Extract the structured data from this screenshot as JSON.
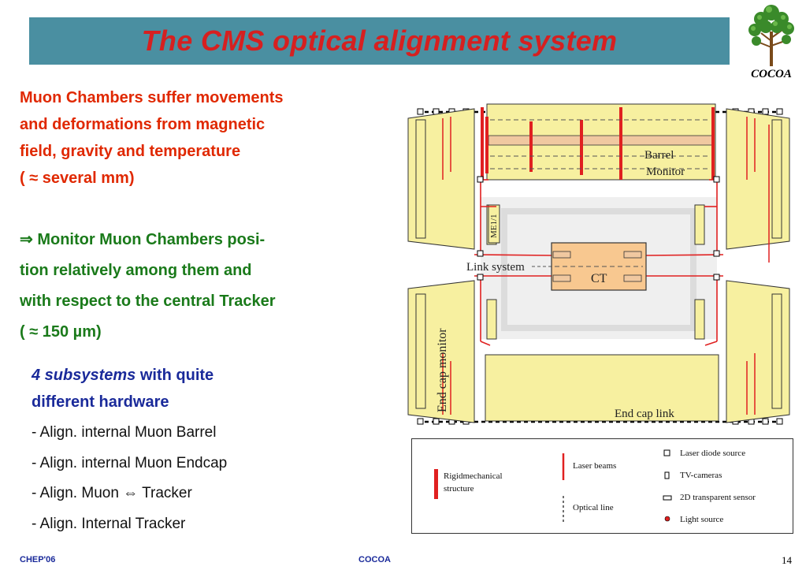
{
  "title": "The CMS optical alignment system",
  "logo": {
    "label": "COCOA",
    "icon": "tree-icon"
  },
  "intro": {
    "lines": [
      "Muon Chambers suffer movements",
      "and deformations from magnetic",
      "field, gravity and temperature",
      "( ≈ several mm)"
    ]
  },
  "goal": {
    "lines": [
      "⇒ Monitor Muon Chambers posi-",
      "tion relatively among them and",
      "with respect to the central Tracker",
      "( ≈ 150 µm)"
    ]
  },
  "subsystems": {
    "emphasis": "4 subsystems",
    "rest": " with quite",
    "line2": "different hardware",
    "items": [
      "- Align. internal Muon Barrel",
      "- Align. internal Muon Endcap",
      "- Align. Muon ⇔ Tracker",
      "- Align. Internal Tracker"
    ]
  },
  "diagram": {
    "labels": {
      "barrel_monitor_1": "Barrel",
      "barrel_monitor_2": "Monitor",
      "link_system": "Link system",
      "ct": "CT",
      "me11": "ME1/1",
      "endcap_monitor": "End cap monitor",
      "endcap_link": "End cap link"
    },
    "colors": {
      "structure": "#f7f0a0",
      "laser": "#e02020",
      "ct": "#f8c890"
    }
  },
  "legend": {
    "rigid": [
      "Rigidmechanical",
      "structure"
    ],
    "laser": "Laser beams",
    "optical": "Optical line",
    "diode": "Laser diode source",
    "camera": "TV-cameras",
    "sensor": "2D transparent sensor",
    "light": "Light source"
  },
  "footer": {
    "left": "CHEP'06",
    "center": "COCOA",
    "page": "14"
  }
}
